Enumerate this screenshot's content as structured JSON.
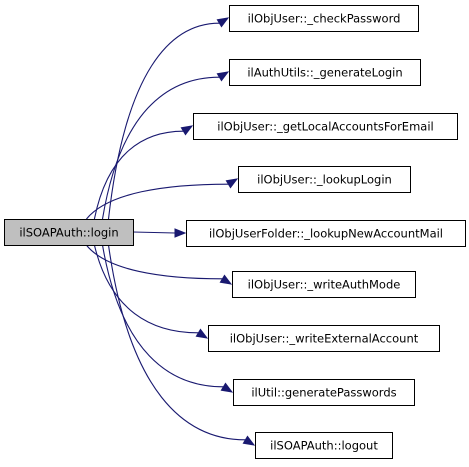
{
  "graph": {
    "edge_color": "#191970",
    "root_fill": "#bfbfbf",
    "node_fill": "#ffffff",
    "root": {
      "id": "root",
      "label": "ilSOAPAuth::login"
    },
    "callees": [
      {
        "id": "checkPassword",
        "label": "ilObjUser::_checkPassword"
      },
      {
        "id": "generateLogin",
        "label": "ilAuthUtils::_generateLogin"
      },
      {
        "id": "getLocalAccountsForEmail",
        "label": "ilObjUser::_getLocalAccountsForEmail"
      },
      {
        "id": "lookupLogin",
        "label": "ilObjUser::_lookupLogin"
      },
      {
        "id": "lookupNewAccountMail",
        "label": "ilObjUserFolder::_lookupNewAccountMail"
      },
      {
        "id": "writeAuthMode",
        "label": "ilObjUser::_writeAuthMode"
      },
      {
        "id": "writeExternalAccount",
        "label": "ilObjUser::_writeExternalAccount"
      },
      {
        "id": "generatePasswords",
        "label": "ilUtil::generatePasswords"
      },
      {
        "id": "logout",
        "label": "ilSOAPAuth::logout"
      }
    ]
  }
}
